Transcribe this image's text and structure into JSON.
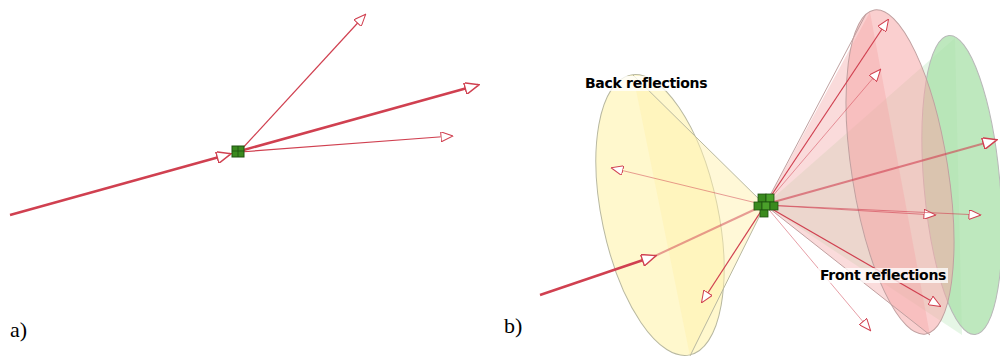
{
  "diagram": {
    "labels": [
      "a)",
      "Back reflections",
      "Front reflections",
      "b)"
    ]
  }
}
